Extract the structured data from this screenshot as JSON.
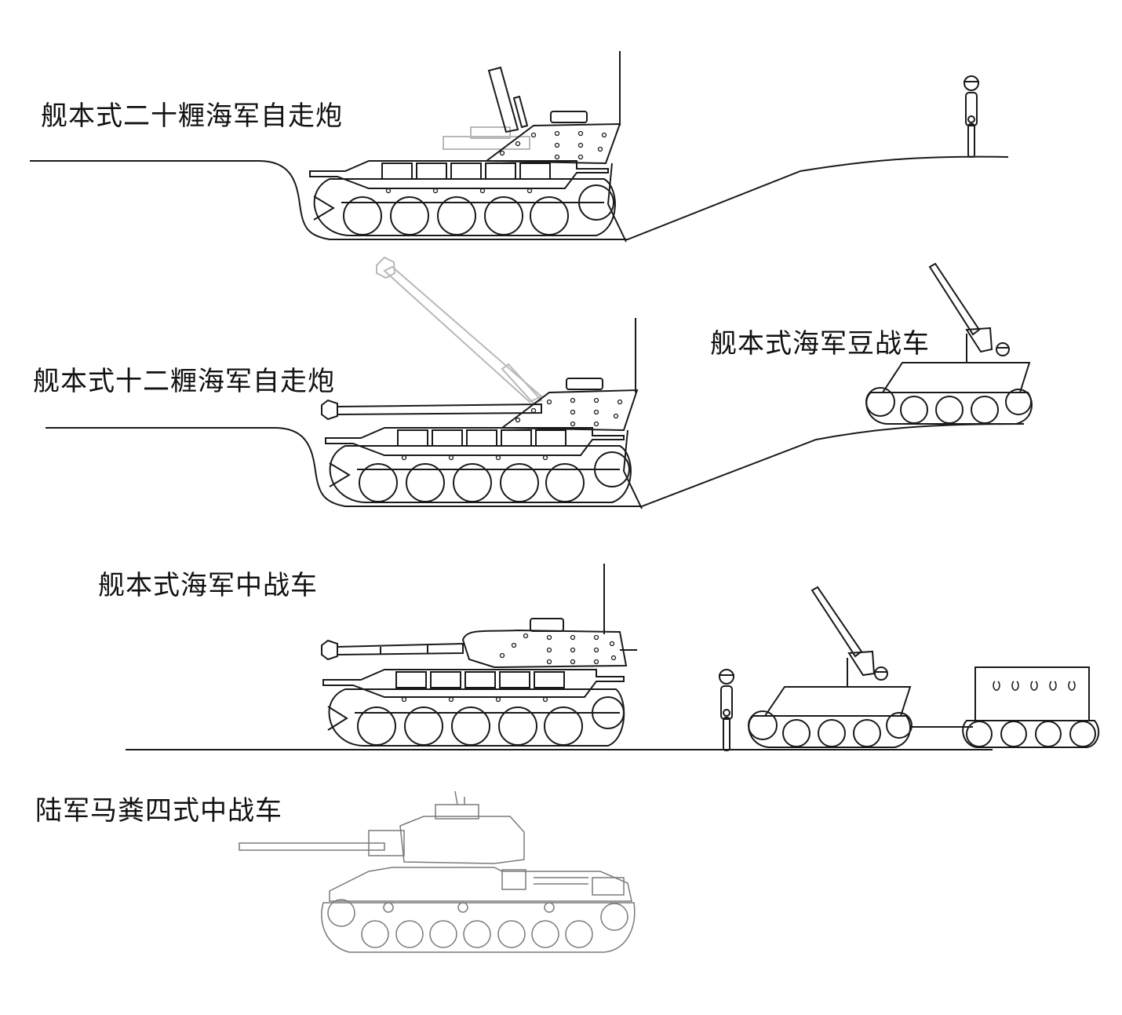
{
  "labels": {
    "sp20": "舰本式二十糎海军自走炮",
    "sp12": "舰本式十二糎海军自走炮",
    "bean_tank": "舰本式海军豆战车",
    "medium_tank": "舰本式海军中战车",
    "army_tank": "陆军马粪四式中战车"
  },
  "colors": {
    "line": "#1a1a1a",
    "ghost": "#b8b8b8",
    "army": "#7a7a7a",
    "background": "#ffffff"
  }
}
